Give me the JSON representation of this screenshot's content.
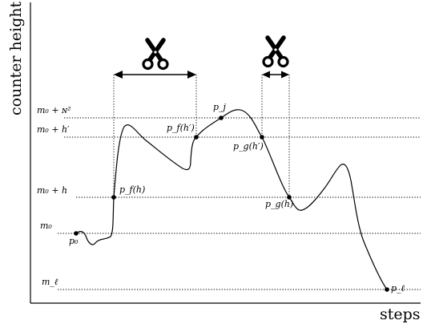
{
  "axes": {
    "y_label": "counter height",
    "x_label": "steps"
  },
  "levels": [
    {
      "id": "m0-plus-n2",
      "label": "m₀ + ɴ²"
    },
    {
      "id": "m0-plus-h-prime",
      "label": "m₀ + h′"
    },
    {
      "id": "m0-plus-h",
      "label": "m₀ + h"
    },
    {
      "id": "m0",
      "label": "m₀"
    },
    {
      "id": "m-ell",
      "label": "m_ℓ"
    }
  ],
  "points": [
    {
      "id": "p0",
      "label": "p₀"
    },
    {
      "id": "pfh",
      "label": "p_f(h)"
    },
    {
      "id": "pfhp",
      "label": "p_f(h′)"
    },
    {
      "id": "pj",
      "label": "p_j"
    },
    {
      "id": "pghp",
      "label": "p_g(h′)"
    },
    {
      "id": "pgh",
      "label": "p_g(h)"
    },
    {
      "id": "pell",
      "label": "p_ℓ"
    }
  ],
  "icons": [
    "scissors-icon",
    "scissors-icon"
  ]
}
